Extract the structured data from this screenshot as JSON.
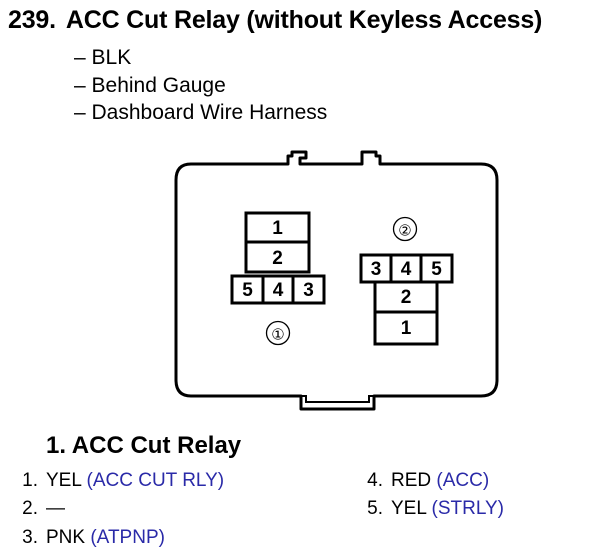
{
  "header": {
    "number": "239.",
    "title": "ACC Cut Relay (without Keyless Access)"
  },
  "notes": [
    "– BLK",
    "– Behind Gauge",
    "– Dashboard Wire Harness"
  ],
  "connectors": [
    {
      "label": "①",
      "cavities": [
        "1",
        "2",
        "5",
        "4",
        "3"
      ]
    },
    {
      "label": "②",
      "cavities": [
        "3",
        "4",
        "5",
        "2",
        "1"
      ]
    }
  ],
  "section": {
    "heading": "1. ACC Cut Relay"
  },
  "pins": [
    {
      "num": "1.",
      "color": "YEL",
      "wire": "(ACC CUT RLY)"
    },
    {
      "num": "2.",
      "color": "—",
      "wire": ""
    },
    {
      "num": "3.",
      "color": "PNK",
      "wire": "(ATPNP)"
    },
    {
      "num": "4.",
      "color": "RED",
      "wire": "(ACC)"
    },
    {
      "num": "5.",
      "color": "YEL",
      "wire": "(STRLY)"
    }
  ],
  "colors": {
    "text": "#000000",
    "wire_name": "#2a2aa8"
  }
}
